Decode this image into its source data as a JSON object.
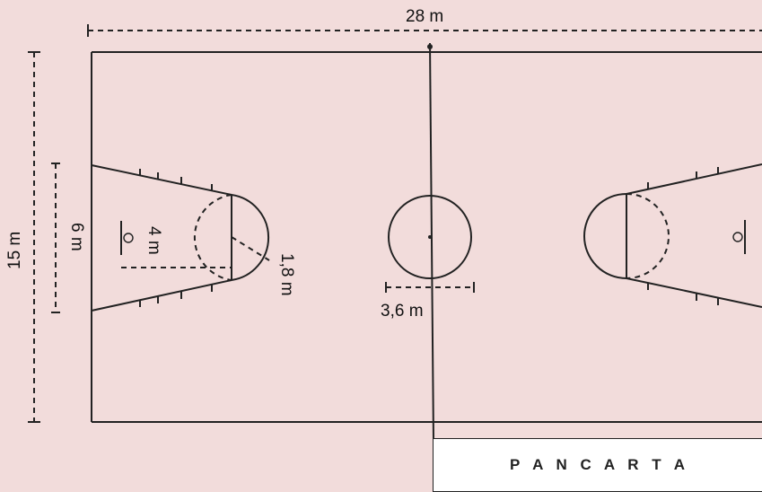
{
  "dimensions": {
    "court_length": "28 m",
    "court_width": "15 m",
    "key_width": "6 m",
    "free_throw_distance": "4 m",
    "circle_radius": "1,8 m",
    "center_circle_diameter": "3,6 m"
  },
  "banner": {
    "text": "P A N C A R T A"
  }
}
